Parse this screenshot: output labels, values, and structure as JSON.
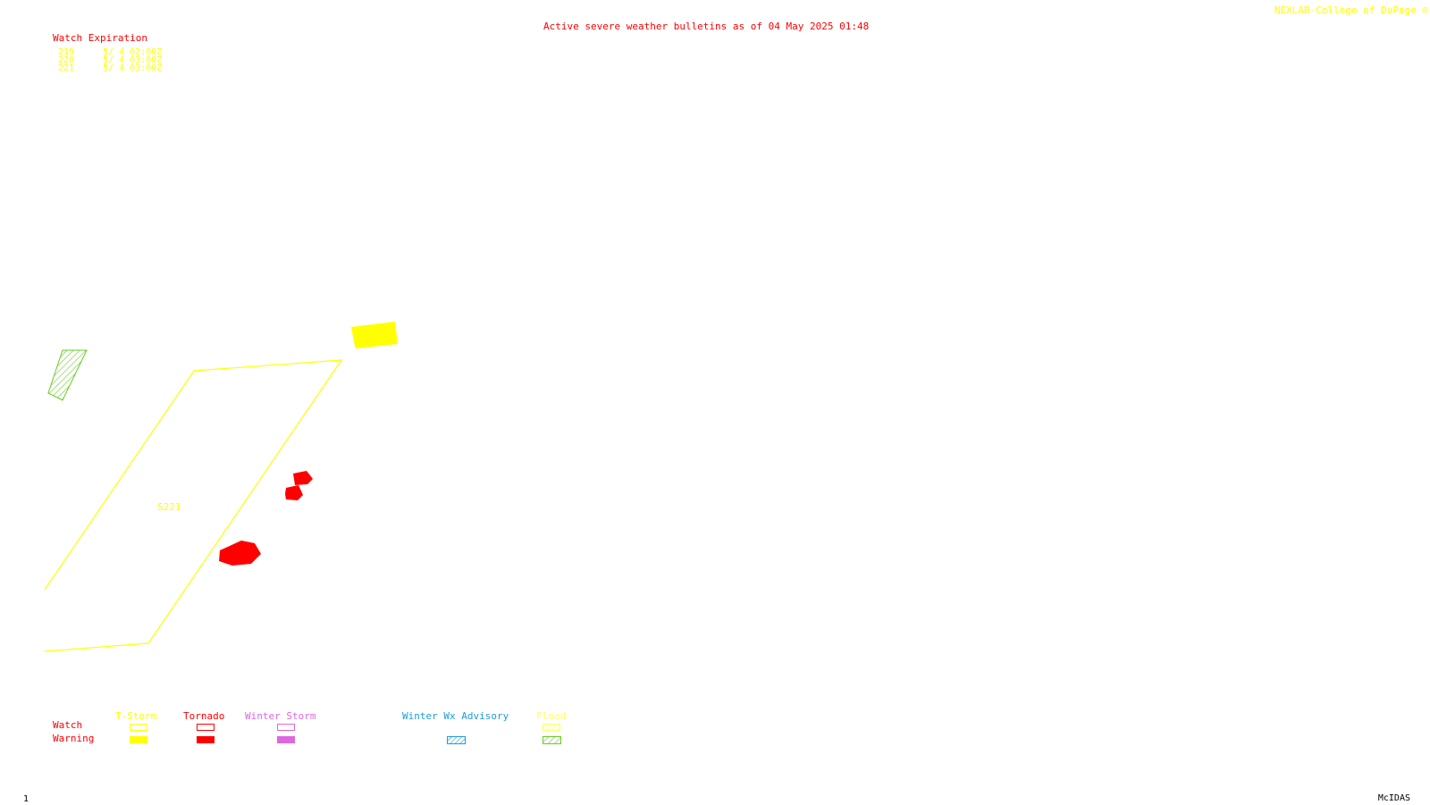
{
  "header": {
    "title": "Active severe weather bulletins as of 04 May 2025 01:48",
    "credit": "NEXLAB-College of DuPage ©"
  },
  "watch_expiration": {
    "heading": "Watch Expiration",
    "rows": [
      {
        "id": "219",
        "expires": "5/ 4 02:00Z"
      },
      {
        "id": "220",
        "expires": "5/ 4 03:00Z"
      },
      {
        "id": "221",
        "expires": "5/ 4 03:00Z"
      }
    ]
  },
  "map": {
    "watch_label": "S221",
    "colors": {
      "tstorm": "#ffff00",
      "tornado": "#ff0000",
      "winter_storm": "#e066e0",
      "winter_wx_advisory": "#1e9be0",
      "flood_watch": "#ffff66",
      "flood_warning": "#66cc22"
    }
  },
  "legend": {
    "row_watch": "Watch",
    "row_warning": "Warning",
    "tstorm": "T-Storm",
    "tornado": "Tornado",
    "winter_storm": "Winter Storm",
    "winter_wx_advisory": "Winter Wx Advisory",
    "flood": "Flood"
  },
  "footer": {
    "frame": "1",
    "software": "McIDAS"
  }
}
